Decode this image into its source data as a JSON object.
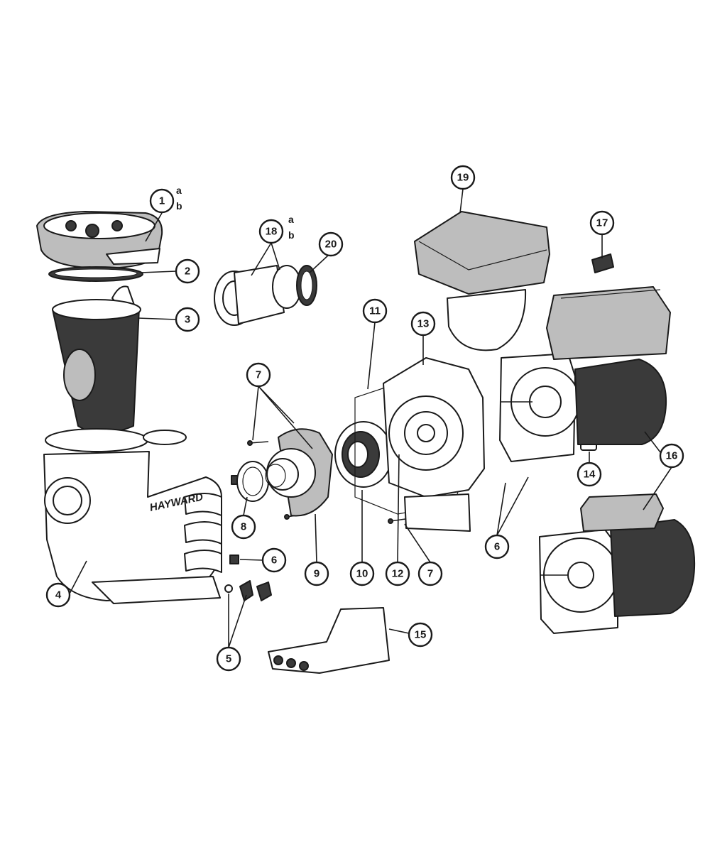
{
  "brand_text": "HAYWARD",
  "callouts": [
    {
      "label": "1",
      "sub": [
        "a",
        "b"
      ]
    },
    {
      "label": "2"
    },
    {
      "label": "3"
    },
    {
      "label": "4"
    },
    {
      "label": "5"
    },
    {
      "label": "6"
    },
    {
      "label": "6"
    },
    {
      "label": "7"
    },
    {
      "label": "7"
    },
    {
      "label": "8"
    },
    {
      "label": "9"
    },
    {
      "label": "10"
    },
    {
      "label": "11"
    },
    {
      "label": "12"
    },
    {
      "label": "13"
    },
    {
      "label": "14"
    },
    {
      "label": "15"
    },
    {
      "label": "16"
    },
    {
      "label": "17"
    },
    {
      "label": "18",
      "sub": [
        "a",
        "b"
      ]
    },
    {
      "label": "19"
    },
    {
      "label": "20"
    }
  ]
}
